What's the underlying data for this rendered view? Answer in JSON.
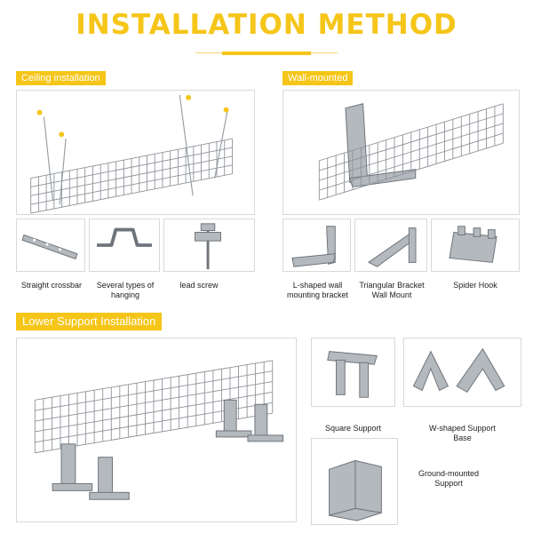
{
  "colors": {
    "accent": "#f5c518",
    "metal": "#9aa0a6",
    "metal_dark": "#6e747b"
  },
  "header": {
    "title": "INSTALLATION METHOD"
  },
  "sections": {
    "ceiling": {
      "label": "Ceiling installation"
    },
    "wall": {
      "label": "Wall-mounted"
    },
    "lower": {
      "label": "Lower Support Installation"
    }
  },
  "captions": {
    "straight_crossbar": "Straight crossbar",
    "hanging_line1": "Several types of",
    "hanging_line2": "hanging",
    "lead_screw": "lead screw",
    "l_bracket_line1": "L-shaped wall",
    "l_bracket_line2": "mounting bracket",
    "tri_line1": "Triangular Bracket",
    "tri_line2": "Wall Mount",
    "spider_hook": "Spider Hook",
    "square_support": "Square Support",
    "w_line1": "W-shaped Support",
    "w_line2": "Base",
    "ground_line1": "Ground-mounted",
    "ground_line2": "Support"
  }
}
